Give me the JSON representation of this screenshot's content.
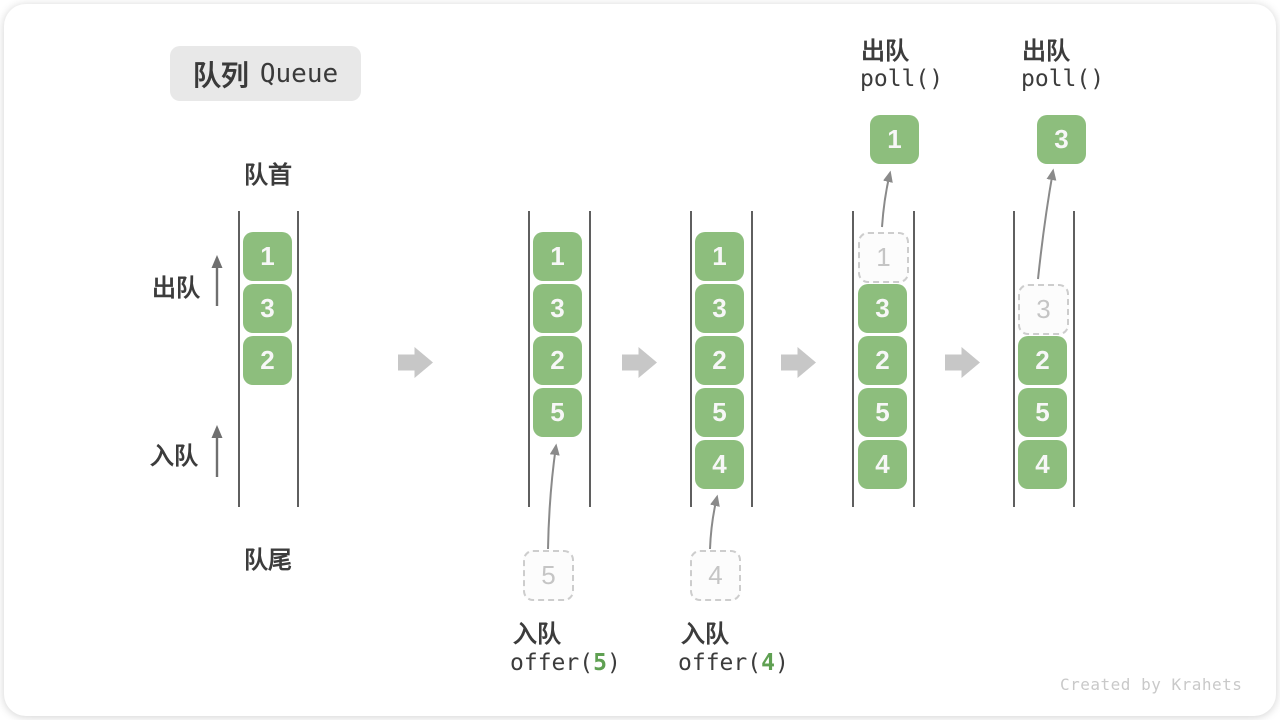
{
  "title": {
    "zh": "队列",
    "en": "Queue"
  },
  "side_labels": {
    "front": "队首",
    "rear": "队尾",
    "dequeue": "出队",
    "enqueue": "入队"
  },
  "columns": [
    {
      "name": "state-initial",
      "boxes": [
        "1",
        "3",
        "2"
      ]
    },
    {
      "name": "state-offer-5",
      "boxes": [
        "1",
        "3",
        "2",
        "5"
      ],
      "pending": "5",
      "op": {
        "action": "入队",
        "code_prefix": "offer(",
        "code_arg": "5",
        "code_suffix": ")"
      }
    },
    {
      "name": "state-offer-4",
      "boxes": [
        "1",
        "3",
        "2",
        "5",
        "4"
      ],
      "pending": "4",
      "op": {
        "action": "入队",
        "code_prefix": "offer(",
        "code_arg": "4",
        "code_suffix": ")"
      }
    },
    {
      "name": "state-poll-1",
      "removed": "1",
      "boxes": [
        "3",
        "2",
        "5",
        "4"
      ],
      "popped": "1",
      "op": {
        "action": "出队",
        "code": "poll()"
      }
    },
    {
      "name": "state-poll-3",
      "removed": "3",
      "boxes": [
        "2",
        "5",
        "4"
      ],
      "popped": "3",
      "op": {
        "action": "出队",
        "code": "poll()"
      }
    }
  ],
  "icons": {
    "transition": "block-right-arrow-icon",
    "direction": "up-arrow-icon",
    "insert_remove": "curved-up-arrow-icon"
  },
  "colors": {
    "item_green": "#8dbe7d",
    "code_arg_green": "#5fa052",
    "transition_arrow_gray": "#c7c7c7",
    "dashed_border_gray": "#cdcdcd",
    "title_bg": "#e8e8e8",
    "text_dark": "#3c3c3c"
  },
  "watermark": "Created by Krahets"
}
